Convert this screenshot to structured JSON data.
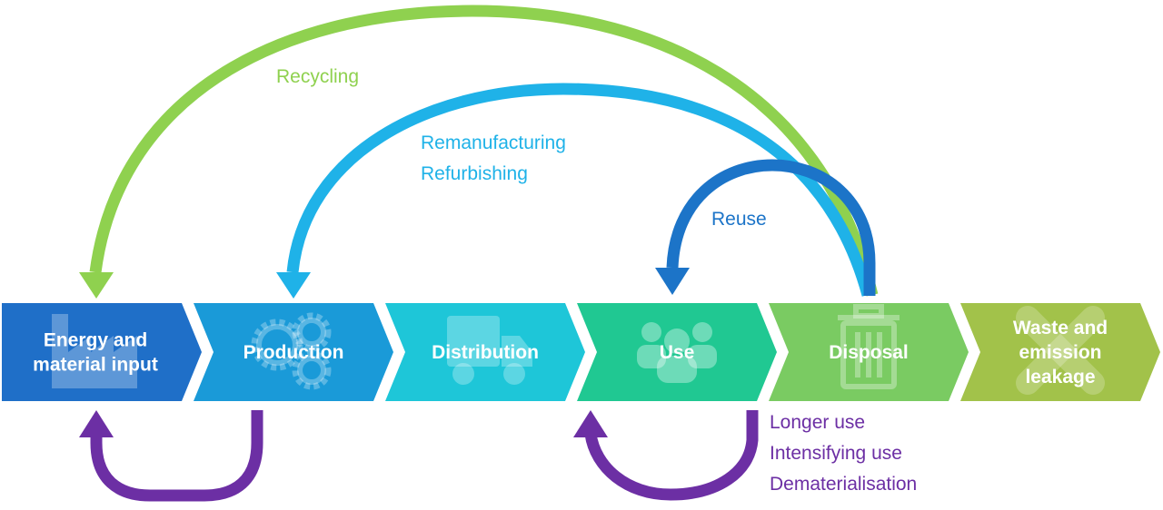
{
  "stages": [
    {
      "lines": [
        "Energy and",
        "material input"
      ],
      "color": "#1f6fc8",
      "icon": "factory-icon"
    },
    {
      "lines": [
        "Production"
      ],
      "color": "#1a9ad8",
      "icon": "gears-icon"
    },
    {
      "lines": [
        "Distribution"
      ],
      "color": "#1ec6d8",
      "icon": "truck-icon"
    },
    {
      "lines": [
        "Use"
      ],
      "color": "#20c892",
      "icon": "users-icon"
    },
    {
      "lines": [
        "Disposal"
      ],
      "color": "#7acb62",
      "icon": "trash-bin-icon"
    },
    {
      "lines": [
        "Waste and",
        "emission",
        "leakage"
      ],
      "color": "#a2c24a",
      "icon": "cross-icon"
    }
  ],
  "loops": {
    "recycling": {
      "label": "Recycling",
      "color": "#8fd14f"
    },
    "remanufacturing": {
      "lines": [
        "Remanufacturing",
        "Refurbishing"
      ],
      "color": "#1fb2e8"
    },
    "reuse": {
      "label": "Reuse",
      "color": "#1c74c8"
    },
    "efficiency": {
      "color": "#6c2fa4"
    },
    "use_strategies": {
      "lines": [
        "Longer use",
        "Intensifying use",
        "Dematerialisation"
      ],
      "color": "#6c2fa4"
    }
  }
}
